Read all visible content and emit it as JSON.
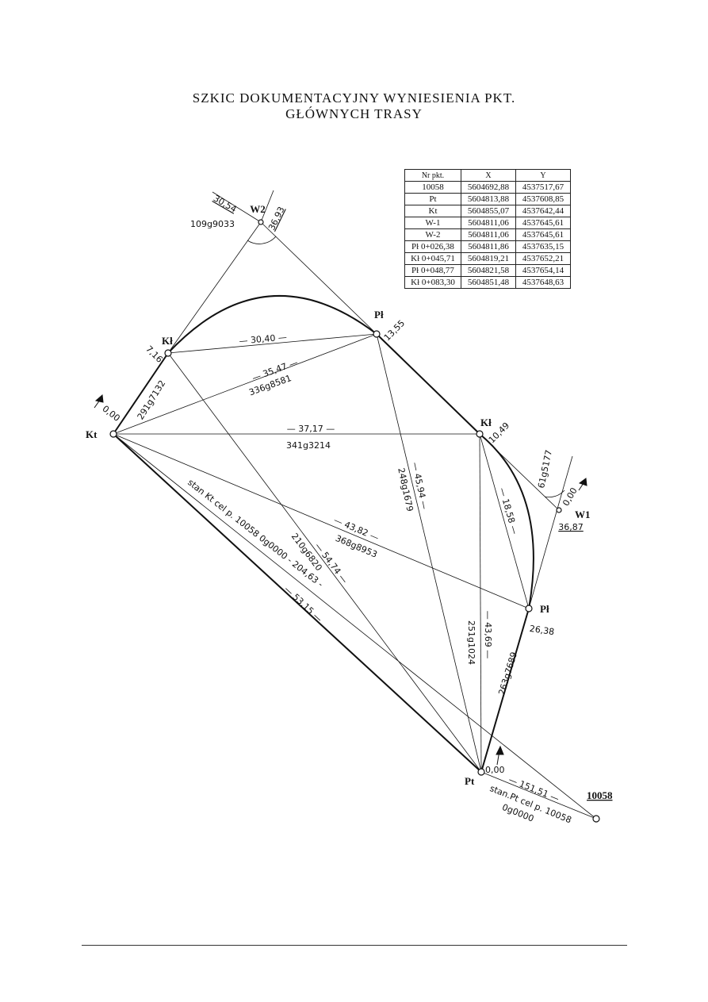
{
  "title": {
    "line1": "SZKIC DOKUMENTACYJNY WYNIESIENIA PKT.",
    "line2": "GŁÓWNYCH TRASY"
  },
  "table": {
    "headers": [
      "Nr pkt.",
      "X",
      "Y"
    ],
    "rows": [
      [
        "10058",
        "5604692,88",
        "4537517,67"
      ],
      [
        "Pt",
        "5604813,88",
        "4537608,85"
      ],
      [
        "Kt",
        "5604855,07",
        "4537642,44"
      ],
      [
        "W-1",
        "5604811,06",
        "4537645,61"
      ],
      [
        "W-2",
        "5604811,06",
        "4537645,61"
      ],
      [
        "Pł 0+026,38",
        "5604811,86",
        "4537635,15"
      ],
      [
        "Kł 0+045,71",
        "5604819,21",
        "4537652,21"
      ],
      [
        "Pł 0+048,77",
        "5604821,58",
        "4537654,14"
      ],
      [
        "Kł 0+083,30",
        "5604851,48",
        "4537648,63"
      ]
    ]
  },
  "points": {
    "w2": "W2",
    "kl_upper": "Kł",
    "pl_upper": "Pł",
    "kt": "Kt",
    "kl_right": "Kł",
    "w1": "W1",
    "pl_lower": "Pł",
    "pt": "Pt",
    "p10058": "10058"
  },
  "measurements": {
    "m_30_54": "30,54",
    "m_36_93": "36,93",
    "ang_w2": "109g9033",
    "m_13_55": "13,55",
    "m_30_40": "— 30,40 —",
    "m_7_16": "7,16",
    "m_35_47": "— 35,47 —",
    "ang_336": "336g8581",
    "ang_291": "291g7132",
    "m_0_00_kt": "0,00",
    "m_37_17": "— 37,17 —",
    "ang_341": "341g3214",
    "m_10_49": "10,49",
    "ang_61": "61g5177",
    "m_0_00_w1": "0,00",
    "m_36_87": "36,87",
    "m_45_94": "— 45,94 —",
    "ang_248": "248g1679",
    "m_18_58": "— 18,58 —",
    "stan_kt": "stan Kt cel p. 10058  0g0000 - 204,63 -",
    "ang_210": "210g6820",
    "m_54_74": "— 54,74 —",
    "m_43_82": "— 43,82 —",
    "ang_368": "368g8953",
    "m_53_15": "— 53,15 —",
    "m_43_69": "— 43,69 —",
    "ang_251": "251g1024",
    "m_26_38": "26,38",
    "ang_263": "263g7689",
    "m_0_00_pt": "0,00",
    "m_151_51": "— 151,51 —",
    "stan_pt": "stan.Pt cel  p. 10058",
    "ang_0_pt": "0g0000"
  }
}
